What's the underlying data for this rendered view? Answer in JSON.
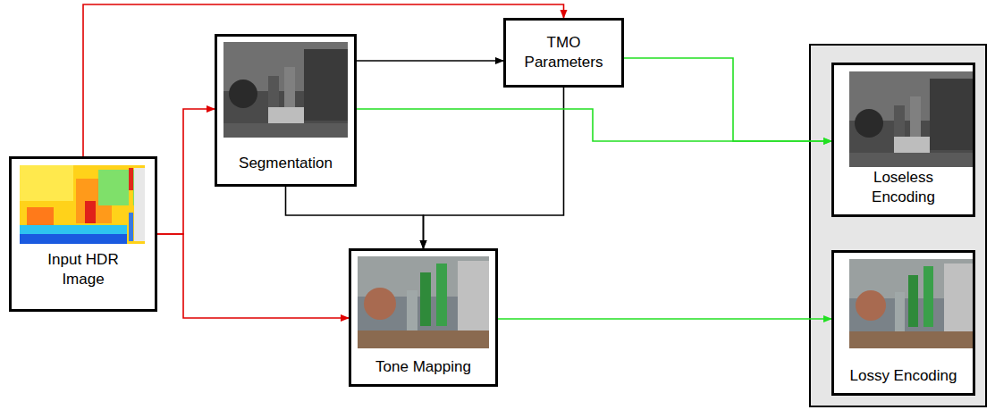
{
  "diagram": {
    "nodes": [
      {
        "text": [
          "Input HDR Image"
        ]
      },
      {
        "text": [
          "Segmentation"
        ]
      },
      {
        "text": [
          "TMO Parameters"
        ]
      },
      {
        "text": [
          "Tone Mapping"
        ]
      },
      {
        "text": [
          "Loseless Encoding"
        ]
      },
      {
        "text": [
          "Lossy Encoding"
        ]
      }
    ],
    "edges": [
      {
        "from": 0,
        "to": 2,
        "arrow": "to"
      },
      {
        "from": 0,
        "to": 1,
        "arrow": "to"
      },
      {
        "from": 0,
        "to": 3,
        "arrow": "to"
      },
      {
        "from": 1,
        "to": 2,
        "arrow": "to"
      },
      {
        "from": 1,
        "to": 3,
        "arrow": "to"
      },
      {
        "from": 2,
        "to": 3,
        "arrow": "to"
      },
      {
        "from": 2,
        "to": 4,
        "arrow": "to"
      },
      {
        "from": 1,
        "to": 4,
        "arrow": "to"
      },
      {
        "from": 3,
        "to": 5,
        "arrow": "to"
      }
    ]
  }
}
